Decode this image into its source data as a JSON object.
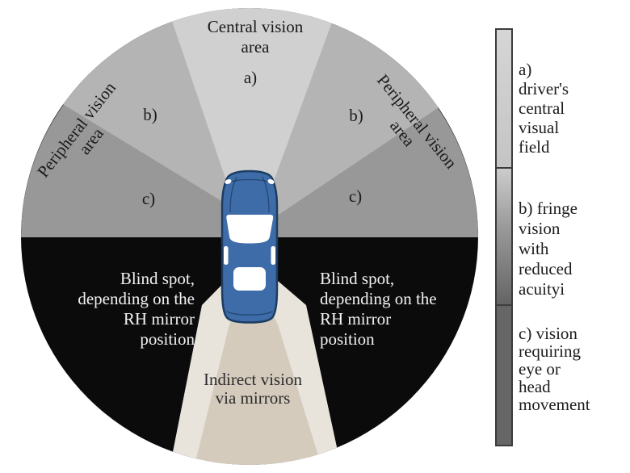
{
  "diagram": {
    "central_vision_label": "Central vision\narea",
    "zone_a": "a)",
    "zone_b": "b)",
    "zone_c": "c)",
    "peripheral_label": "Peripheral vision\narea",
    "blind_spot_label": "Blind spot,\ndepending on the\nRH mirror\nposition",
    "indirect_label": "Indirect vision\nvia mirrors"
  },
  "legend": {
    "item_a": "a)\ndriver's\ncentral\nvisual\nfield",
    "item_b": "b) fringe\nvision\nwith\nreduced\nacuityi",
    "item_c": "c) vision\nrequiring\neye or\nhead\nmovement"
  },
  "colors": {
    "central_vision_sector": "#d0d0d0",
    "fringe_vision_sector": "#b4b4b4",
    "eye_head_vision_sector": "#989898",
    "blind_spot_sector": "#0b0b0b",
    "mirror_vision_outer": "#e9e4db",
    "mirror_vision_inner": "#d4cbbd",
    "car_body": "#3e6ca8",
    "car_outline": "#1c3d63",
    "legend_segment_c": "#666666"
  }
}
